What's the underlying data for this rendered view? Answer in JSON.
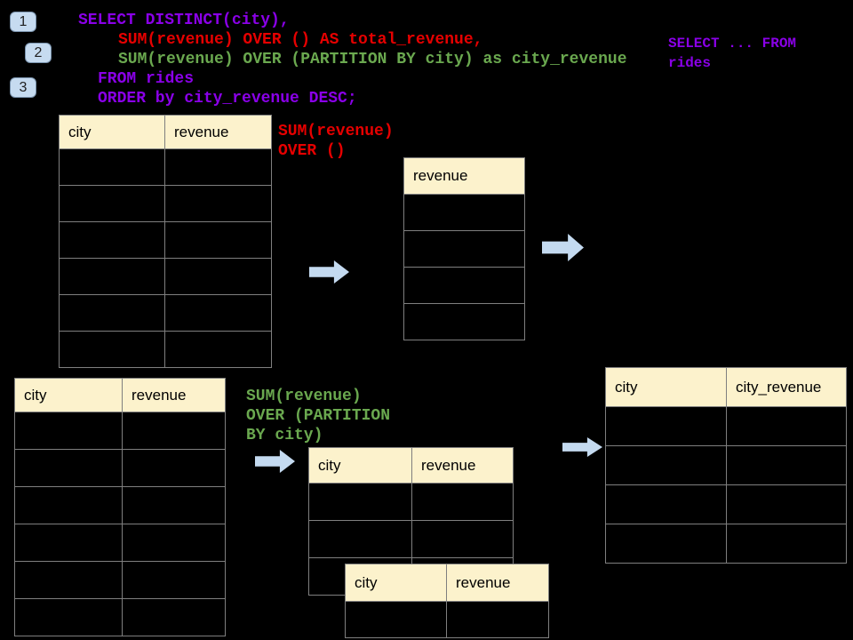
{
  "colors": {
    "background": "#000000",
    "code-purple": "#8a00e8",
    "code-red": "#e60000",
    "code-green": "#6aa84f",
    "table-header-fill": "#fcf2cc",
    "table-border": "#7f7f7f",
    "arrow-fill": "#c4daf0",
    "badge-fill": "#c6dbf0",
    "badge-border": "#7a93ad"
  },
  "badges": {
    "b1": "1",
    "b2": "2",
    "b3": "3"
  },
  "code": {
    "line1": "SELECT DISTINCT(city),",
    "line2": "SUM(revenue) OVER () AS total_revenue,",
    "line3": "SUM(revenue) OVER (PARTITION BY city) as city_revenue",
    "line4": "FROM rides",
    "line5": "ORDER by city_revenue DESC;"
  },
  "side_note": {
    "line1": "SELECT ... FROM",
    "line2": "rides"
  },
  "label_total": {
    "line1": "SUM(revenue)",
    "line2": "OVER ()"
  },
  "label_partition": {
    "line1": "SUM(revenue)",
    "line2": "OVER (PARTITION",
    "line3": "BY city)"
  },
  "tables": {
    "source_top": {
      "headers": [
        "city",
        "revenue"
      ]
    },
    "total_result": {
      "headers": [
        "revenue"
      ]
    },
    "source_bottom": {
      "headers": [
        "city",
        "revenue"
      ]
    },
    "partition_input": {
      "headers": [
        "city",
        "revenue"
      ]
    },
    "partition_overlay": {
      "headers": [
        "city",
        "revenue"
      ]
    },
    "partition_result": {
      "headers": [
        "city",
        "city_revenue"
      ]
    }
  }
}
